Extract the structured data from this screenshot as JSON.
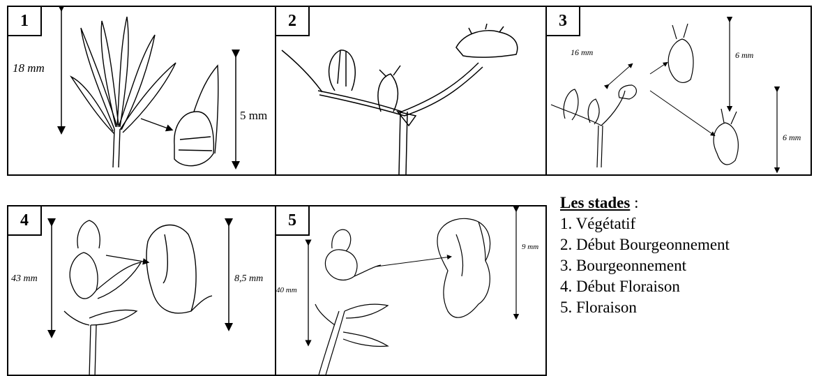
{
  "panels": [
    {
      "number": "1",
      "measures": [
        "18 mm",
        "5 mm"
      ]
    },
    {
      "number": "2",
      "measures": []
    },
    {
      "number": "3",
      "measures": [
        "16 mm",
        "6 mm",
        "6 mm"
      ]
    },
    {
      "number": "4",
      "measures": [
        "43 mm",
        "8,5 mm"
      ]
    },
    {
      "number": "5",
      "measures": [
        "40 mm",
        "9 mm"
      ]
    }
  ],
  "legend": {
    "title": "Les stades",
    "colon": " :",
    "items": [
      "1. Végétatif",
      "2. Début Bourgeonnement",
      "3. Bourgeonnement",
      "4. Début Floraison",
      "5. Floraison"
    ]
  }
}
